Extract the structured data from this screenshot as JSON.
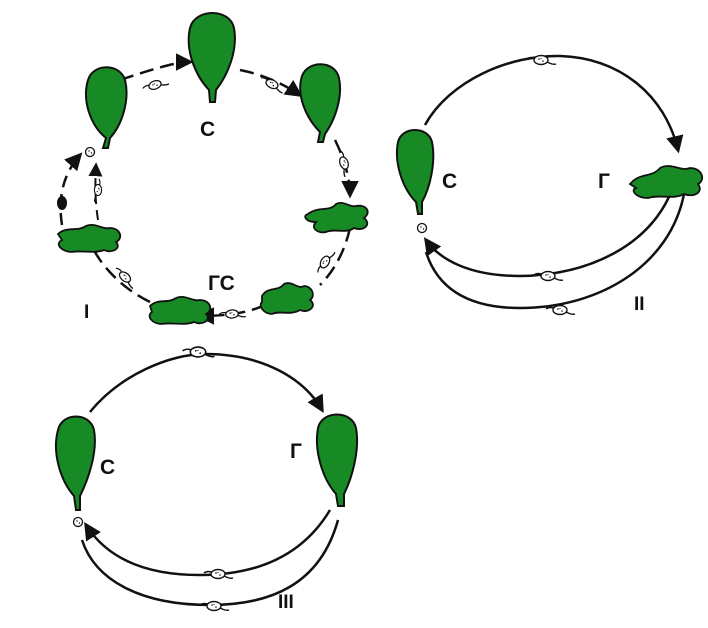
{
  "colors": {
    "thallus": "#178a25",
    "outline": "#111111",
    "background": "#ffffff"
  },
  "cycle_I": {
    "numeral": "I",
    "label_top": "С",
    "label_bottom": "ГС"
  },
  "cycle_II": {
    "numeral": "II",
    "label_left": "С",
    "label_right": "Г"
  },
  "cycle_III": {
    "numeral": "III",
    "label_left": "С",
    "label_right": "Г"
  }
}
